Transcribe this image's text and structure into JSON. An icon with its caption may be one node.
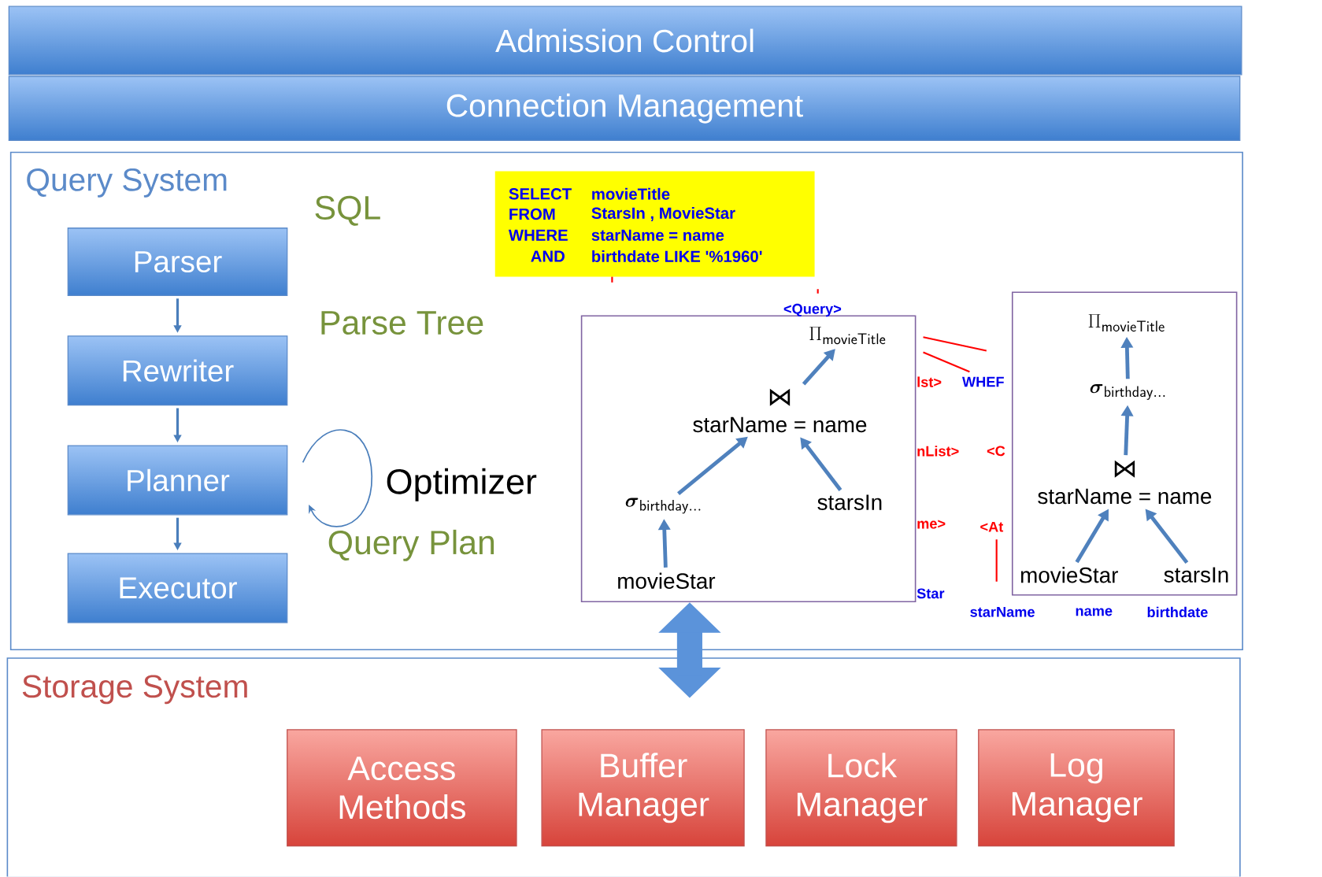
{
  "diagram": {
    "nodes": [
      {
        "text": [
          "Admission Control"
        ]
      },
      {
        "text": [
          "Connection Management"
        ]
      },
      {
        "text": [
          "Query System"
        ]
      },
      {
        "text": [
          "Parser"
        ],
        "in": 2
      },
      {
        "text": [
          "Rewriter"
        ],
        "in": 2
      },
      {
        "text": [
          "Planner"
        ],
        "in": 2
      },
      {
        "text": [
          "Executor"
        ],
        "in": 2
      },
      {
        "text": [
          "SELECT",
          "movieTitle",
          "FROM",
          "StarsIn , MovieStar",
          "WHERE",
          "starName = name",
          "AND",
          "birthdate LIKE '%1960'"
        ],
        "in": 2
      },
      {
        "text": [],
        "shape": "box",
        "in": 2
      },
      {
        "text": [
          "\\Pi_{\\mathsf{movieTitle}}"
        ],
        "in": 8
      },
      {
        "text": [
          "⋈",
          "starName = name"
        ],
        "in": 8
      },
      {
        "text": [
          "\\boldsymbol{\\sigma}_{\\mathsf{birthday}\\ldots}"
        ],
        "in": 8
      },
      {
        "text": [
          "starsIn"
        ],
        "in": 8
      },
      {
        "text": [
          "movieStar"
        ],
        "in": 8
      },
      {
        "text": [],
        "shape": "box",
        "in": 2
      },
      {
        "text": [
          "\\Pi_{\\mathsf{movieTitle}}"
        ],
        "in": 14
      },
      {
        "text": [
          "\\boldsymbol{\\sigma}_{\\mathsf{birthday}\\ldots}"
        ],
        "in": 14
      },
      {
        "text": [
          "⋈",
          "starName = name"
        ],
        "in": 14
      },
      {
        "text": [
          "movieStar"
        ],
        "in": 14
      },
      {
        "text": [
          "starsIn"
        ],
        "in": 14
      },
      {
        "text": [
          "Storage System"
        ]
      },
      {
        "text": [
          "Access Methods"
        ],
        "in": 20
      },
      {
        "text": [
          "Buffer Manager"
        ],
        "in": 20
      },
      {
        "text": [
          "Lock Manager"
        ],
        "in": 20
      },
      {
        "text": [
          "Log Manager"
        ],
        "in": 20
      }
    ],
    "edges": [
      {
        "from": 3,
        "to": 4,
        "arrow": "to"
      },
      {
        "from": 4,
        "to": 5,
        "arrow": "to"
      },
      {
        "from": 5,
        "to": 6,
        "arrow": "to"
      },
      {
        "from": 5,
        "to": 5,
        "arrow": "to"
      },
      {
        "from": 13,
        "to": 11,
        "arrow": "to"
      },
      {
        "from": 11,
        "to": 10,
        "arrow": "to"
      },
      {
        "from": 12,
        "to": 10,
        "arrow": "to"
      },
      {
        "from": 10,
        "to": 9,
        "arrow": "to"
      },
      {
        "from": 18,
        "to": 17,
        "arrow": "to"
      },
      {
        "from": 19,
        "to": 17,
        "arrow": "to"
      },
      {
        "from": 17,
        "to": 16,
        "arrow": "to"
      },
      {
        "from": 16,
        "to": 15,
        "arrow": "to"
      },
      {
        "from": 8,
        "to": 20,
        "arrow": "both",
        "style": "thick"
      }
    ],
    "labels": [
      "SQL",
      "Parse Tree",
      "Optimizer",
      "Query Plan",
      "<Query>",
      "lst>",
      "WHEF",
      "nList>",
      "<C",
      "me>",
      "<At",
      "Star",
      "starName",
      "name",
      "birthdate"
    ]
  }
}
